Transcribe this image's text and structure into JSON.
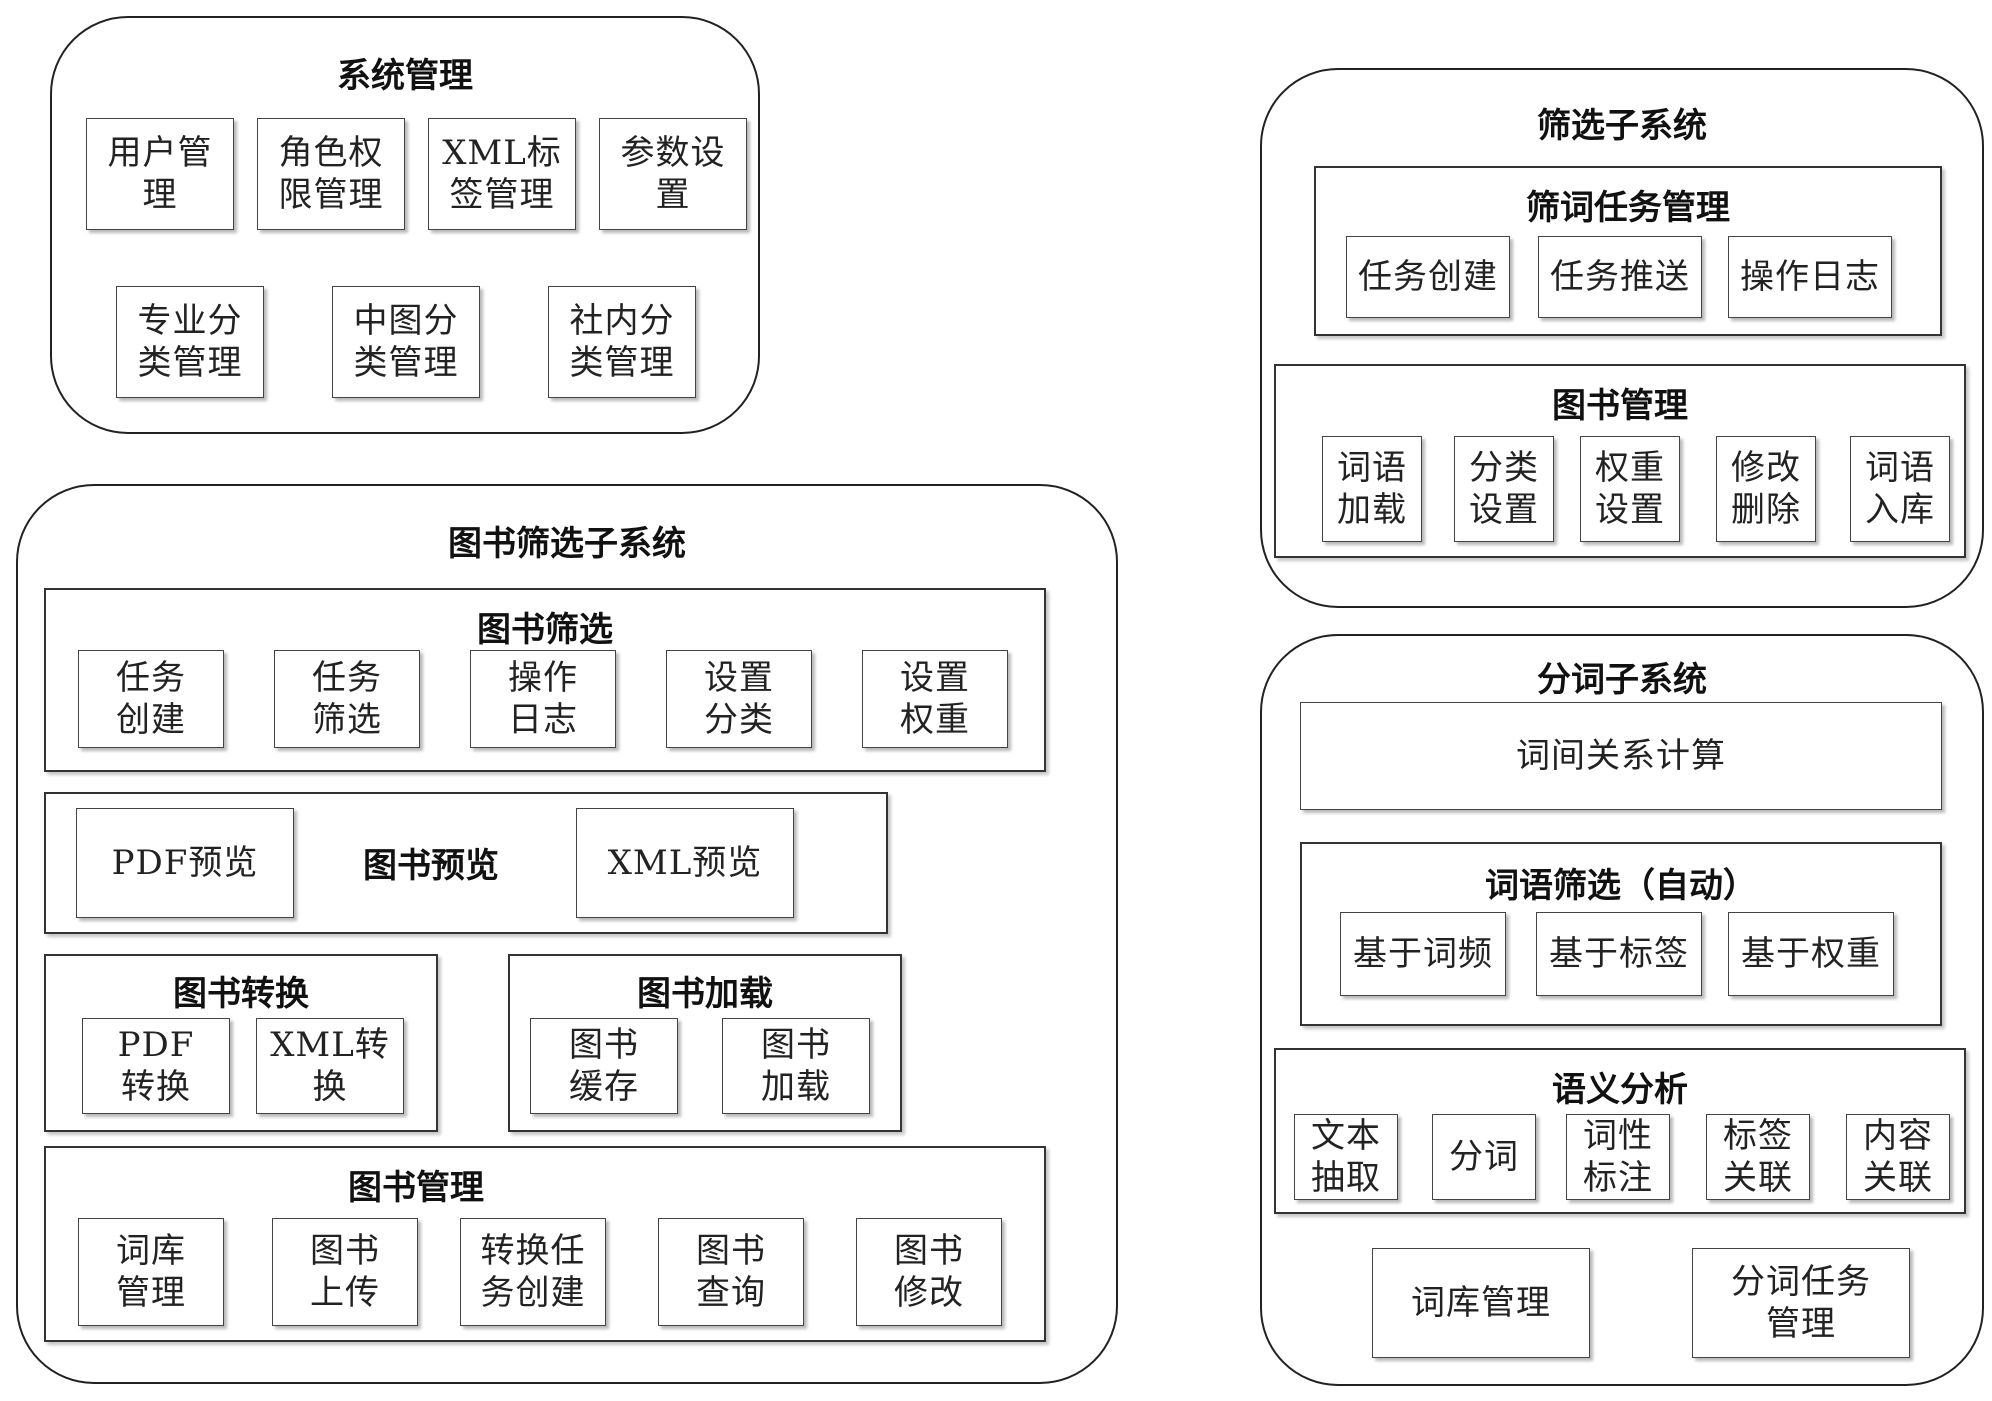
{
  "system_mgmt": {
    "title": "系统管理",
    "items": [
      "用户管\n理",
      "角色权\n限管理",
      "XML标\n签管理",
      "参数设\n置",
      "专业分\n类管理",
      "中图分\n类管理",
      "社内分\n类管理"
    ]
  },
  "book_filter_sub": {
    "title": "图书筛选子系统",
    "filter": {
      "title": "图书筛选",
      "items": [
        "任务\n创建",
        "任务\n筛选",
        "操作\n日志",
        "设置\n分类",
        "设置\n权重"
      ]
    },
    "preview": {
      "title": "图书预览",
      "items": [
        "PDF预览",
        "XML预览"
      ]
    },
    "convert": {
      "title": "图书转换",
      "items": [
        "PDF\n转换",
        "XML转换"
      ]
    },
    "load": {
      "title": "图书加载",
      "items": [
        "图书\n缓存",
        "图书\n加载"
      ]
    },
    "manage": {
      "title": "图书管理",
      "items": [
        "词库\n管理",
        "图书\n上传",
        "转换任\n务创建",
        "图书\n查询",
        "图书\n修改"
      ]
    }
  },
  "filter_sub": {
    "title": "筛选子系统",
    "task_mgmt": {
      "title": "筛词任务管理",
      "items": [
        "任务创建",
        "任务推送",
        "操作日志"
      ]
    },
    "book_mgmt": {
      "title": "图书管理",
      "items": [
        "词语\n加载",
        "分类\n设置",
        "权重\n设置",
        "修改\n删除",
        "词语\n入库"
      ]
    }
  },
  "seg_sub": {
    "title": "分词子系统",
    "relation": "词间关系计算",
    "auto_filter": {
      "title": "词语筛选（自动）",
      "items": [
        "基于词频",
        "基于标签",
        "基于权重"
      ]
    },
    "semantic": {
      "title": "语义分析",
      "items": [
        "文本\n抽取",
        "分词",
        "词性\n标注",
        "标签\n关联",
        "内容\n关联"
      ]
    },
    "bottom": [
      "词库管理",
      "分词任务\n管理"
    ]
  }
}
